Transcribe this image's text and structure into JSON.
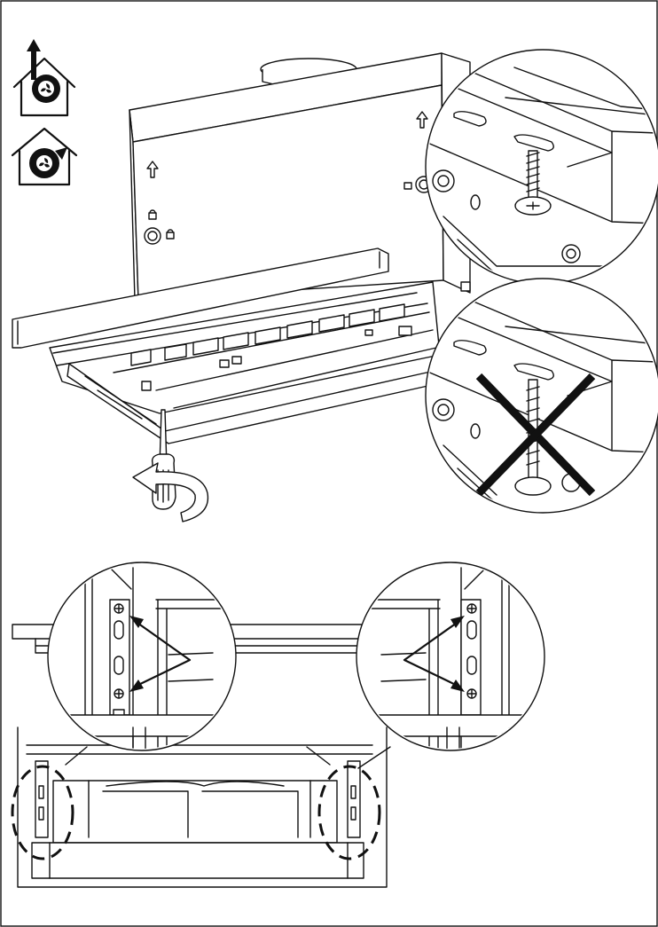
{
  "document": {
    "type": "installation-instruction-page",
    "mode_icons": [
      "ducted-extraction-icon",
      "recirculation-icon"
    ],
    "steps": [
      {
        "name": "fix-front-with-screws",
        "tool": "screwdriver"
      },
      {
        "name": "adjust-side-bracket-screws",
        "count": 2
      }
    ],
    "colors": {
      "line": "#111111",
      "background": "#ffffff"
    }
  }
}
